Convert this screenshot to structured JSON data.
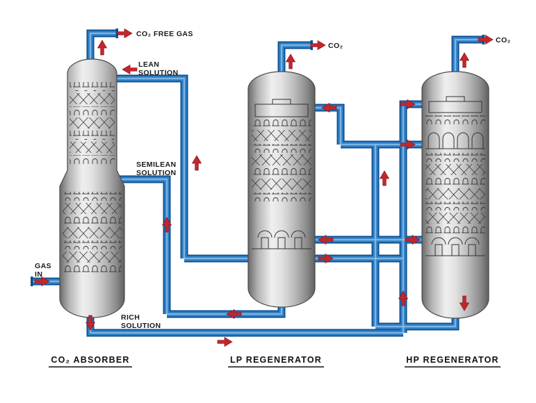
{
  "diagram": {
    "background": "#ffffff",
    "labels": {
      "co2_free_gas": "CO₂ FREE GAS",
      "lean_line1": "LEAN",
      "lean_line2": "SOLUTION",
      "semilean_line1": "SEMILEAN",
      "semilean_line2": "SOLUTION",
      "gas_in_line1": "GAS",
      "gas_in_line2": "IN",
      "rich_line1": "RICH",
      "rich_line2": "SOLUTION",
      "co2_lp": "CO₂",
      "co2_hp": "CO₂"
    },
    "vessels": [
      {
        "name": "CO₂ ABSORBER"
      },
      {
        "name": "LP REGENERATOR"
      },
      {
        "name": "HP REGENERATOR"
      }
    ],
    "colors": {
      "pipe": "#2E7FC6",
      "pipe_outline": "#0E4F8E",
      "pipe_highlight": "#8FC0E8",
      "arrow_red": "#C1272D",
      "vessel_outline": "#4A4A4A",
      "label_text": "#1A1A1A"
    }
  }
}
